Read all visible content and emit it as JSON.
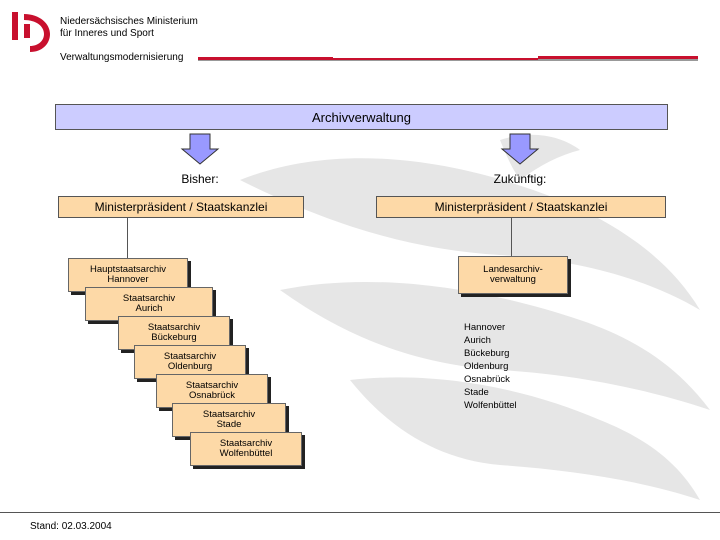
{
  "header": {
    "ministry_line1": "Niedersächsisches Ministerium",
    "ministry_line2": "für Inneres und Sport",
    "department": "Verwaltungsmodernisierung",
    "accent_color": "#c8102e"
  },
  "diagram": {
    "title": "Archivverwaltung",
    "left": {
      "label": "Bisher:",
      "head": "Ministerpräsident / Staatskanzlei",
      "archives": [
        [
          "Hauptstaatsarchiv",
          "Hannover"
        ],
        [
          "Staatsarchiv",
          "Aurich"
        ],
        [
          "Staatsarchiv",
          "Bückeburg"
        ],
        [
          "Staatsarchiv",
          "Oldenburg"
        ],
        [
          "Staatsarchiv",
          "Osnabrück"
        ],
        [
          "Staatsarchiv",
          "Stade"
        ],
        [
          "Staatsarchiv",
          "Wolfenbüttel"
        ]
      ]
    },
    "right": {
      "label": "Zukünftig:",
      "head": "Ministerpräsident / Staatskanzlei",
      "unit_line1": "Landesarchiv-",
      "unit_line2": "verwaltung",
      "locations": [
        "Hannover",
        "Aurich",
        "Bückeburg",
        "Oldenburg",
        "Osnabrück",
        "Stade",
        "Wolfenbüttel"
      ]
    },
    "colors": {
      "title_bar": "#ccccff",
      "boxes": "#fdd9a7",
      "arrows": "#9999ff"
    }
  },
  "footer": {
    "date": "Stand: 02.03.2004"
  }
}
